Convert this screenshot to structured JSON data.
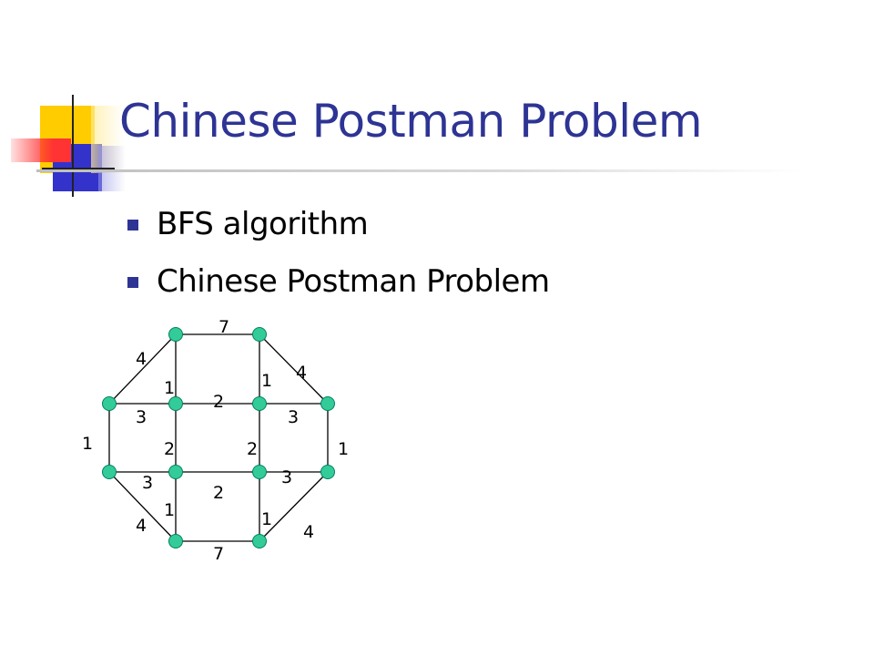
{
  "slide": {
    "title": "Chinese Postman Problem",
    "bullets": [
      "BFS algorithm",
      "Chinese Postman Problem"
    ]
  },
  "colors": {
    "title": "#2e3494",
    "bullet": "#2e3494",
    "node_fill": "#33cc99",
    "node_stroke": "#008060",
    "edge": "#000000",
    "deco_yellow": "#ffcc00",
    "deco_blue": "#3333cc",
    "deco_red": "#ff3333"
  },
  "graph": {
    "nodes": [
      {
        "id": "n1"
      },
      {
        "id": "n2"
      },
      {
        "id": "n3"
      },
      {
        "id": "n4"
      },
      {
        "id": "n5"
      },
      {
        "id": "n6"
      },
      {
        "id": "n7"
      },
      {
        "id": "n8"
      },
      {
        "id": "n9"
      },
      {
        "id": "n10"
      },
      {
        "id": "n11"
      },
      {
        "id": "n12"
      }
    ],
    "edges": [
      {
        "from": "n1",
        "to": "n2",
        "weight": "7"
      },
      {
        "from": "n1",
        "to": "n3",
        "weight": "4"
      },
      {
        "from": "n2",
        "to": "n6",
        "weight": "4"
      },
      {
        "from": "n1",
        "to": "n4",
        "weight": "1"
      },
      {
        "from": "n2",
        "to": "n5",
        "weight": "1"
      },
      {
        "from": "n4",
        "to": "n5",
        "weight": "2"
      },
      {
        "from": "n3",
        "to": "n4",
        "weight": "3"
      },
      {
        "from": "n5",
        "to": "n6",
        "weight": "3"
      },
      {
        "from": "n3",
        "to": "n7",
        "weight": "1"
      },
      {
        "from": "n4",
        "to": "n8",
        "weight": "2"
      },
      {
        "from": "n5",
        "to": "n9",
        "weight": "2"
      },
      {
        "from": "n6",
        "to": "n10",
        "weight": "1"
      },
      {
        "from": "n7",
        "to": "n8",
        "weight": "3"
      },
      {
        "from": "n9",
        "to": "n10",
        "weight": "3"
      },
      {
        "from": "n8",
        "to": "n9",
        "weight": "2"
      },
      {
        "from": "n8",
        "to": "n11",
        "weight": "1"
      },
      {
        "from": "n9",
        "to": "n12",
        "weight": "1"
      },
      {
        "from": "n7",
        "to": "n11",
        "weight": "4"
      },
      {
        "from": "n10",
        "to": "n12",
        "weight": "4"
      },
      {
        "from": "n11",
        "to": "n12",
        "weight": "7"
      }
    ]
  }
}
